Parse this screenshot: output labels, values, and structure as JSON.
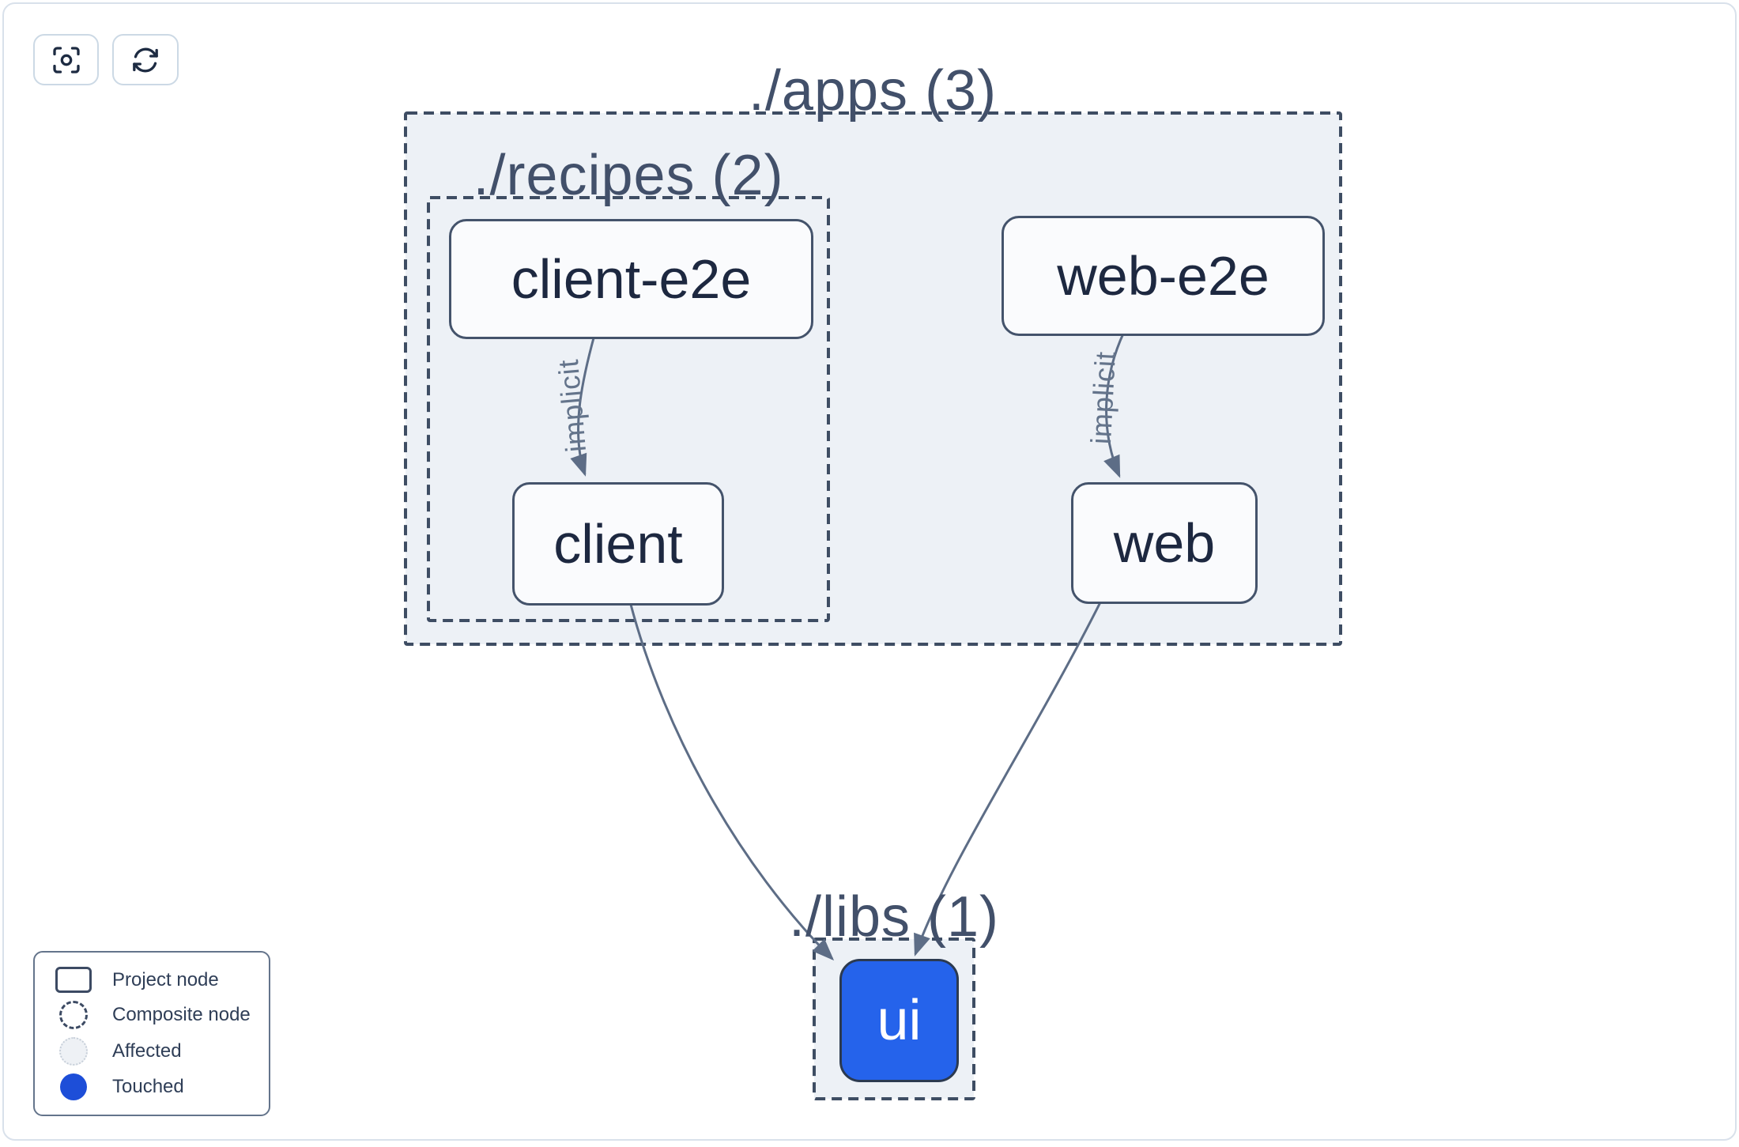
{
  "toolbar": {
    "buttons": [
      {
        "name": "focus",
        "icon": "focus-icon"
      },
      {
        "name": "refresh",
        "icon": "refresh-icon"
      }
    ]
  },
  "graph": {
    "groups": [
      {
        "id": "apps",
        "label": "./apps (3)"
      },
      {
        "id": "recipes",
        "label": "./recipes (2)"
      },
      {
        "id": "libs",
        "label": "./libs (1)"
      }
    ],
    "nodes": [
      {
        "id": "client-e2e",
        "label": "client-e2e"
      },
      {
        "id": "web-e2e",
        "label": "web-e2e"
      },
      {
        "id": "client",
        "label": "client"
      },
      {
        "id": "web",
        "label": "web"
      },
      {
        "id": "ui",
        "label": "ui",
        "state": "touched"
      }
    ],
    "edges": [
      {
        "from": "client-e2e",
        "to": "client",
        "label": "implicit"
      },
      {
        "from": "web-e2e",
        "to": "web",
        "label": "implicit"
      },
      {
        "from": "client",
        "to": "ui",
        "label": ""
      },
      {
        "from": "web",
        "to": "ui",
        "label": ""
      }
    ]
  },
  "legend": {
    "items": [
      {
        "swatch": "project-node",
        "label": "Project node"
      },
      {
        "swatch": "composite-node",
        "label": "Composite node"
      },
      {
        "swatch": "affected",
        "label": "Affected"
      },
      {
        "swatch": "touched",
        "label": "Touched"
      }
    ]
  },
  "colors": {
    "touched_node": "#2563eb",
    "touched_legend": "#1d4ed8",
    "group_fill": "#edf1f6",
    "dashed_border": "#3e4d63",
    "edge": "#5d6d86",
    "node_border": "#44536b",
    "node_text": "#1d2840"
  }
}
